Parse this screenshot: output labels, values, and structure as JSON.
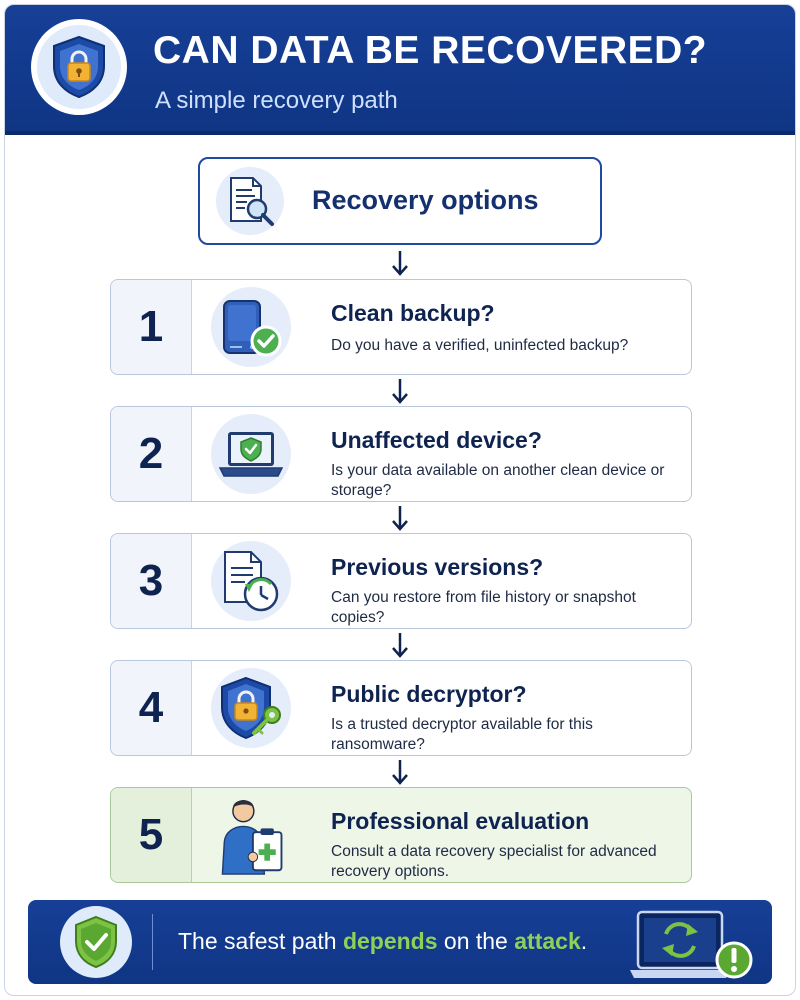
{
  "header": {
    "title": "CAN DATA BE RECOVERED?",
    "subtitle": "A simple recovery path",
    "emblem_icon": "shield-lock-icon"
  },
  "options": {
    "label": "Recovery options",
    "icon": "document-search-icon"
  },
  "steps": [
    {
      "number": "1",
      "title": "Clean backup?",
      "description": "Do you have a verified, uninfected backup?",
      "icon": "hard-drive-check-icon"
    },
    {
      "number": "2",
      "title": "Unaffected device?",
      "description": "Is your data available on another clean device or storage?",
      "icon": "laptop-shield-icon"
    },
    {
      "number": "3",
      "title": "Previous versions?",
      "description": "Can you restore from file history or snapshot copies?",
      "icon": "file-history-icon"
    },
    {
      "number": "4",
      "title": "Public decryptor?",
      "description": "Is a trusted decryptor available for this ransomware?",
      "icon": "shield-key-icon"
    },
    {
      "number": "5",
      "title": "Professional evaluation",
      "description": "Consult a data recovery specialist for advanced recovery options.",
      "icon": "specialist-clipboard-icon"
    }
  ],
  "footer": {
    "text_part1": "The safest path ",
    "text_highlight1": "depends",
    "text_part2": " on the ",
    "text_highlight2": "attack",
    "text_part3": ".",
    "emblem_icon": "shield-check-icon",
    "right_icon": "laptop-refresh-alert-icon"
  },
  "colors": {
    "primary": "#163f96",
    "navy": "#0f2350",
    "accent_green": "#8fd05a",
    "check_green": "#4caf50",
    "step5_bg": "#eef6e8"
  }
}
